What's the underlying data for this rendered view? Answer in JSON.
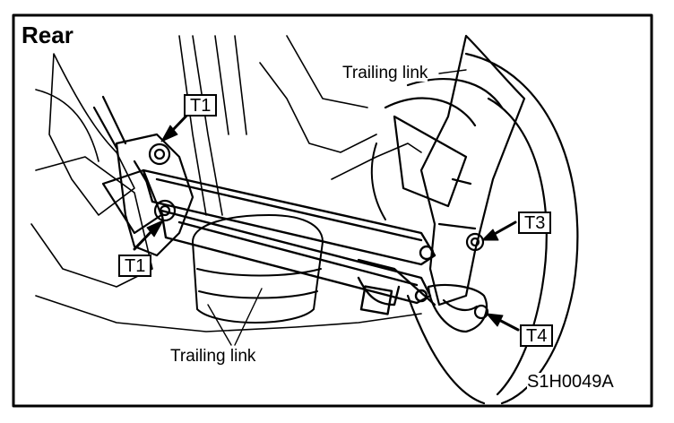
{
  "figure": {
    "title": "Rear",
    "figure_code": "S1H0049A",
    "callouts": {
      "trailing_link_upper": "Trailing link",
      "trailing_link_lower": "Trailing link"
    },
    "torque_tags": {
      "t1_upper": "T1",
      "t1_lower": "T1",
      "t3": "T3",
      "t4": "T4"
    }
  }
}
